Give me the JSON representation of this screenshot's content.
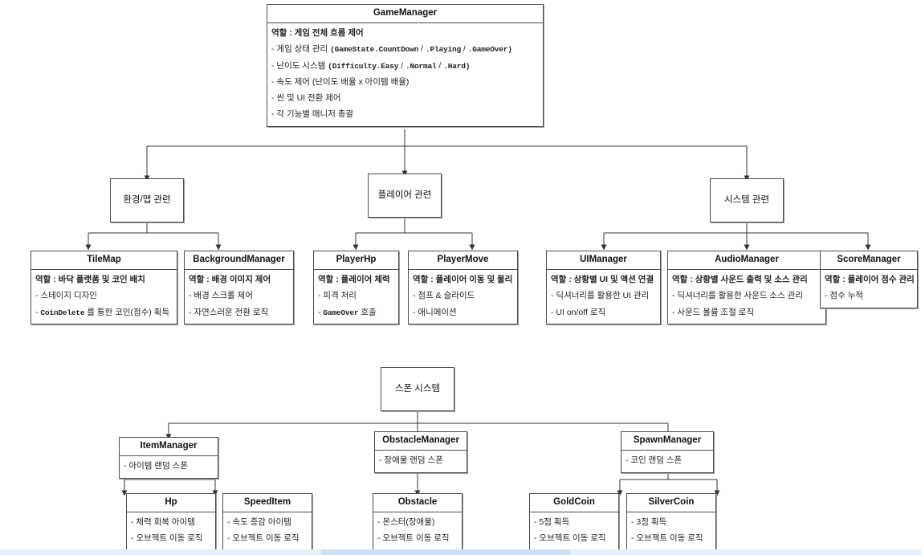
{
  "diagram": {
    "title": "GameManager",
    "root": {
      "title": "GameManager",
      "rows": [
        {
          "text": "역할 : 게임 전체 흐름 제어",
          "strong": true
        },
        {
          "text": "- 게임 상태 관리 (GameState.CountDown / .Playing / .GameOver)",
          "strong": false
        },
        {
          "text": "- 난이도 시스템 (Difficulty.Easy / .Normal / .Hard)",
          "strong": false
        },
        {
          "text": "- 속도 제어 (난이도 배율 x 아이템 배율)",
          "strong": false
        },
        {
          "text": "- 씬 및 UI 전환 제어",
          "strong": false
        },
        {
          "text": "- 각 기능별 매니저 총괄",
          "strong": false
        }
      ]
    },
    "groups": [
      {
        "label": "환경/맵 관련"
      },
      {
        "label": "플레이어 관련"
      },
      {
        "label": "시스템 관련"
      },
      {
        "label": "스폰 시스템"
      }
    ],
    "nodes": [
      {
        "title": "TileMap",
        "rows": [
          {
            "text": "역할 : 바닥 플랫폼 및 코인 배치",
            "strong": true
          },
          {
            "text": "- 스테이지 디자인",
            "strong": false
          },
          {
            "text": "- CoinDelete 를 통한 코인(점수) 획득",
            "strong": false
          }
        ]
      },
      {
        "title": "BackgroundManager",
        "rows": [
          {
            "text": "역할 : 배경 이미지 제어",
            "strong": true
          },
          {
            "text": "- 배경 스크롤 제어",
            "strong": false
          },
          {
            "text": "- 자연스러운 전환 로직",
            "strong": false
          }
        ]
      },
      {
        "title": "PlayerHp",
        "rows": [
          {
            "text": "역할 : 플레이어 체력",
            "strong": true
          },
          {
            "text": "- 피격 처리",
            "strong": false
          },
          {
            "text": "- GameOver 호출",
            "strong": false
          }
        ]
      },
      {
        "title": "PlayerMove",
        "rows": [
          {
            "text": "역할 : 플레이어 이동 및 물리",
            "strong": true
          },
          {
            "text": "- 점프 & 슬라이드",
            "strong": false
          },
          {
            "text": "- 애니메이션",
            "strong": false
          }
        ]
      },
      {
        "title": "UIManager",
        "rows": [
          {
            "text": "역할 : 상황별 UI 및 액션 연결",
            "strong": true
          },
          {
            "text": "- 딕셔너리를 활용한 UI 관리",
            "strong": false
          },
          {
            "text": "- UI on/off 로직",
            "strong": false
          }
        ]
      },
      {
        "title": "AudioManager",
        "rows": [
          {
            "text": "역할 : 상황별 사운드 출력 및 소스 관리",
            "strong": true
          },
          {
            "text": "- 딕셔너리를 활용한 사운드 소스 관리",
            "strong": false
          },
          {
            "text": "- 사운드 볼륨 조절 로직",
            "strong": false
          }
        ]
      },
      {
        "title": "ScoreManager",
        "rows": [
          {
            "text": "역할 : 플레이어 점수 관리",
            "strong": true
          },
          {
            "text": "- 점수 누적",
            "strong": false
          }
        ]
      },
      {
        "title": "ItemManager",
        "rows": [
          {
            "text": "- 아이템 랜덤 스폰",
            "strong": false
          }
        ]
      },
      {
        "title": "ObstacleManager",
        "rows": [
          {
            "text": "- 장애물 랜덤 스폰",
            "strong": false
          }
        ]
      },
      {
        "title": "SpawnManager",
        "rows": [
          {
            "text": "- 코인 랜덤 스폰",
            "strong": false
          }
        ]
      },
      {
        "title": "Hp",
        "rows": [
          {
            "text": "- 체력 회복 아이템",
            "strong": false
          },
          {
            "text": "- 오브젝트 이동 로직",
            "strong": false
          }
        ]
      },
      {
        "title": "SpeedItem",
        "rows": [
          {
            "text": "- 속도 증감 아이템",
            "strong": false
          },
          {
            "text": "- 오브젝트 이동 로직",
            "strong": false
          }
        ]
      },
      {
        "title": "Obstacle",
        "rows": [
          {
            "text": "- 몬스터(장애물)",
            "strong": false
          },
          {
            "text": "- 오브젝트 이동 로직",
            "strong": false
          }
        ]
      },
      {
        "title": "GoldCoin",
        "rows": [
          {
            "text": "- 5점 획득",
            "strong": false
          },
          {
            "text": "- 오브젝트 이동 로직",
            "strong": false
          }
        ]
      },
      {
        "title": "SilverCoin",
        "rows": [
          {
            "text": "- 3점 획득",
            "strong": false
          },
          {
            "text": "- 오브젝트 이동 로직",
            "strong": false
          }
        ]
      }
    ]
  },
  "colors": {
    "box_border": "#4d4d4d",
    "box_shadow": "#9a9a9a",
    "connector": "#333333",
    "background": "#ffffff",
    "scrollbar_track": "#e4f0fb",
    "scrollbar_thumb": "#c9e0f5"
  }
}
